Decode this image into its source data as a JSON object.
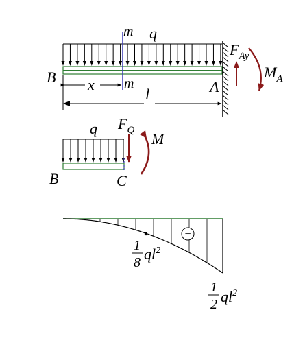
{
  "colors": {
    "ink": "#000000",
    "beam_line": "#2e7d32",
    "section_cut": "#3b3bb5",
    "force_arrow": "#8b1a1a"
  },
  "beam": {
    "load_label": "q",
    "section_label": "m",
    "end_left": "B",
    "end_right": "A",
    "dim_x": "x",
    "dim_length": "l",
    "reaction_force": {
      "base": "F",
      "sub": "Ay"
    },
    "reaction_moment": {
      "base": "M",
      "sub": "A"
    }
  },
  "free_body": {
    "load_label": "q",
    "shear_force": {
      "base": "F",
      "sub": "Q"
    },
    "moment": "M",
    "end_left": "B",
    "end_right": "C"
  },
  "moment_diagram": {
    "sign": "−",
    "value_mid": {
      "num": "1",
      "den": "8",
      "expr": "ql",
      "exp": "2"
    },
    "value_end": {
      "num": "1",
      "den": "2",
      "expr": "ql",
      "exp": "2"
    }
  }
}
